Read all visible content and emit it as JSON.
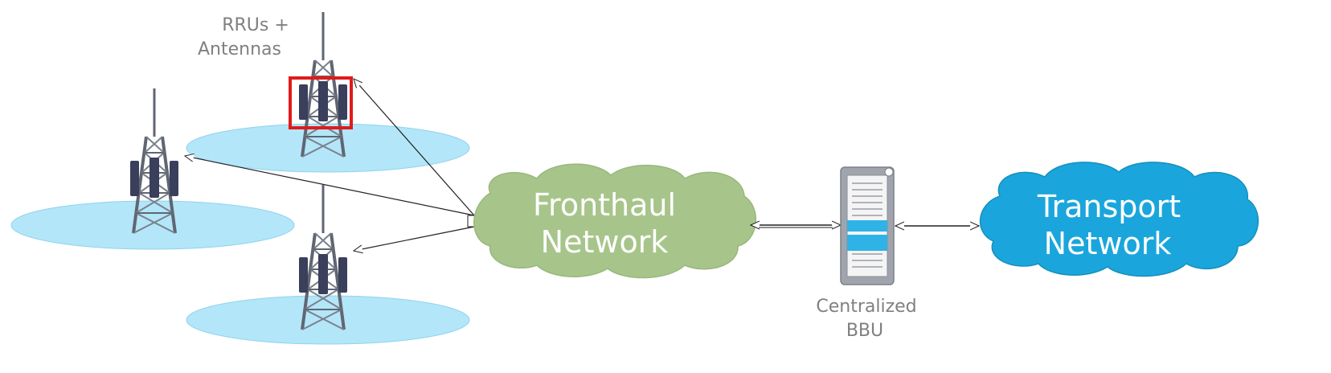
{
  "labels": {
    "rru_line1": "RRUs +",
    "rru_line2": "Antennas",
    "fronthaul_line1": "Fronthaul",
    "fronthaul_line2": "Network",
    "transport_line1": "Transport",
    "transport_line2": "Network",
    "bbu_line1": "Centralized",
    "bbu_line2": "BBU"
  },
  "colors": {
    "coverage_fill": "#b3e6f8",
    "coverage_stroke": "#8fd3ee",
    "fronthaul_cloud": "#a7c58a",
    "transport_cloud": "#1aa6dc",
    "highlight_box": "#e01b1b",
    "tower_steel": "#5f6672",
    "rru_panel": "#3a3f5c",
    "bbu_body": "#a0a4ad",
    "bbu_slot": "#e8e8e8",
    "bbu_active_slot": "#2fb3e6"
  },
  "icons": [
    "tower-icon",
    "server-icon",
    "cloud-icon"
  ]
}
